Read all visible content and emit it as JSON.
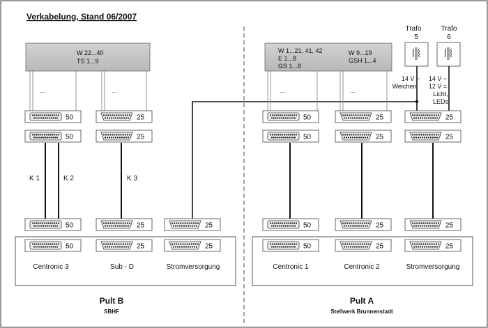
{
  "title": "Verkabelung, Stand 06/2007",
  "colors": {
    "block": "#c4c4c4",
    "line": "#111111",
    "frame": "#555555",
    "pin": "#222222"
  },
  "left_block": {
    "lines": [
      "W 22...40",
      "TS 1...9"
    ]
  },
  "right_block": {
    "left_lines": [
      "W 1...21, 41, 42",
      "E 1...8",
      "GS 1...8"
    ],
    "right_lines": [
      "W 9...19",
      "GSH 1...4"
    ]
  },
  "ellipsis": "...",
  "trafos": [
    {
      "label": "Trafo",
      "number": "5",
      "output_lines": [
        "14 V ~",
        "Weichen"
      ]
    },
    {
      "label": "Trafo",
      "number": "6",
      "output_lines": [
        "14 V ~",
        "12 V =",
        "Licht,",
        "LEDs"
      ]
    }
  ],
  "cables": [
    {
      "label": "K 1"
    },
    {
      "label": "K 2"
    },
    {
      "label": "K 3"
    }
  ],
  "connectors": {
    "c50": "50",
    "c25": "25"
  },
  "pult_b": {
    "name": "Pult B",
    "subtitle": "SBHF",
    "labels": [
      "Centronic 3",
      "Sub - D",
      "Stromversorgung"
    ]
  },
  "pult_a": {
    "name": "Pult A",
    "subtitle": "Stellwerk Brunnenstadt",
    "labels": [
      "Centronic 1",
      "Centronic 2",
      "Stromversorgung"
    ]
  }
}
